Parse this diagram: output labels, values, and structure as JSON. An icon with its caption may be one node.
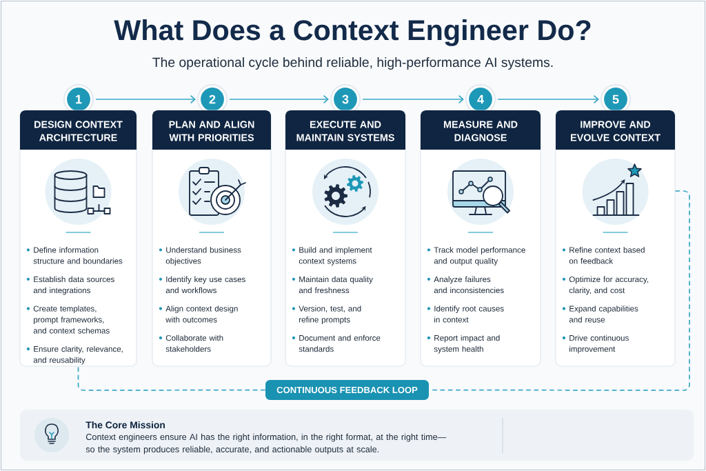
{
  "diagram": {
    "title": "What Does a Context Engineer Do?",
    "nodes": [
      {
        "text": [
          "1"
        ]
      },
      {
        "text": [
          "DESIGN CONTEXT ARCHITECTURE",
          "Define information structure and boundaries",
          "Establish data sources and integrations",
          "Create templates, prompt frameworks, and context schemas",
          "Ensure clarity, relevance, and reusability"
        ]
      },
      {
        "text": [
          "2"
        ]
      },
      {
        "text": [
          "PLAN AND ALIGN WITH PRIORITIES",
          "Understand business objectives",
          "Identify key use cases and workflows",
          "Align context design with outcomes",
          "Collaborate with stakeholders"
        ]
      },
      {
        "text": [
          "3"
        ]
      },
      {
        "text": [
          "EXECUTE AND MAINTAIN SYSTEMS",
          "Build and implement context systems",
          "Maintain data quality and freshness",
          "Version, test, and refine prompts",
          "Document and enforce standards"
        ]
      },
      {
        "text": [
          "4"
        ]
      },
      {
        "text": [
          "MEASURE AND DIAGNOSE",
          "Track model performance and output quality",
          "Analyze failures and inconsistencies",
          "Identify root causes in context",
          "Report impact and system health"
        ]
      },
      {
        "text": [
          "5"
        ]
      },
      {
        "text": [
          "IMPROVE AND EVOLVE CONTEXT",
          "Refine context based on feedback",
          "Optimize for accuracy, clarity, and cost",
          "Expand capabilities and reuse",
          "Drive continuous improvement"
        ]
      },
      {
        "text": [
          "CONTINUOUS FEEDBACK LOOP"
        ]
      },
      {
        "text": [
          "The Core Mission",
          "Context engineers ensure AI has the right information, in the right format, at the right time— so the system produces reliable, accurate, and actionable outputs at scale."
        ]
      }
    ],
    "edges": [
      {
        "from": 0,
        "to": 2,
        "arrow": "to"
      },
      {
        "from": 2,
        "to": 4,
        "arrow": "to"
      },
      {
        "from": 4,
        "to": 6,
        "arrow": "to"
      },
      {
        "from": 6,
        "to": 8,
        "arrow": "to"
      },
      {
        "from": 9,
        "to": 10,
        "arrow": "none",
        "style": "dashed"
      },
      {
        "from": 10,
        "to": 1,
        "arrow": "none",
        "style": "dashed"
      }
    ],
    "labels": [
      "The operational cycle behind reliable, high-performance AI systems."
    ]
  }
}
